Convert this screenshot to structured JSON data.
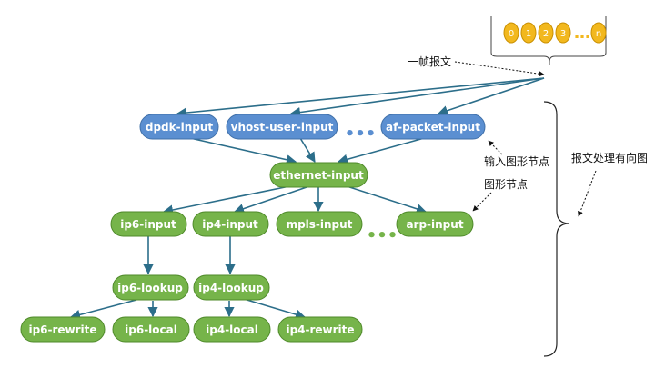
{
  "colors": {
    "input_node": "#5b8fd1",
    "input_node_stroke": "#3f6fa8",
    "graph_node": "#76b44a",
    "graph_node_stroke": "#4f8a2a",
    "edge": "#2c6e8a",
    "packet": "#f2b81e",
    "annotation": "#111111"
  },
  "nodes": {
    "dpdk_input": "dpdk-input",
    "vhost_user_input": "vhost-user-input",
    "af_packet_input": "af-packet-input",
    "ethernet_input": "ethernet-input",
    "ip6_input": "ip6-input",
    "ip4_input": "ip4-input",
    "mpls_input": "mpls-input",
    "arp_input": "arp-input",
    "ip6_lookup": "ip6-lookup",
    "ip4_lookup": "ip4-lookup",
    "ip6_rewrite": "ip6-rewrite",
    "ip6_local": "ip6-local",
    "ip4_local": "ip4-local",
    "ip4_rewrite": "ip4-rewrite"
  },
  "ellipsis": "•••",
  "packets": {
    "cells": [
      "0",
      "1",
      "2",
      "3"
    ],
    "ellipsis": "…",
    "last": "n"
  },
  "annotations": {
    "frame": "一帧报文",
    "input_node": "输入图形节点",
    "graph_node": "图形节点",
    "directed_graph": "报文处理有向图"
  },
  "icons": {
    "brace": "right-curly-brace-icon",
    "packet_bracket": "packet-queue-bracket-icon"
  }
}
